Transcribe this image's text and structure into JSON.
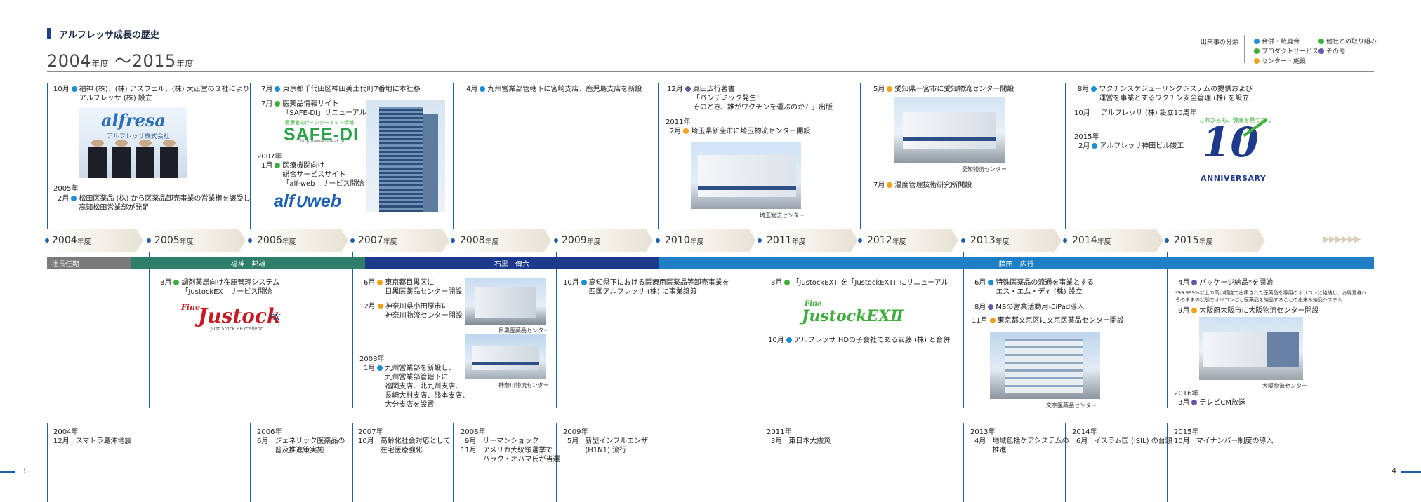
{
  "header": {
    "title": "アルフレッサ成長の歴史",
    "range_start": "2004",
    "range_end": "2015",
    "unit": "年度",
    "tilde": "～"
  },
  "legend": {
    "title": "出来事の分類",
    "items": [
      {
        "label": "合併・統廃合",
        "color": "#1a8fd1"
      },
      {
        "label": "他社との取り組み",
        "color": "#3fae3a"
      },
      {
        "label": "プロダクトサービス",
        "color": "#3fae3a"
      },
      {
        "label": "その他",
        "color": "#6b57a5"
      },
      {
        "label": "センター・施設",
        "color": "#f2a11a"
      }
    ]
  },
  "timeline": {
    "unit": "年度",
    "years": [
      "2004",
      "2005",
      "2006",
      "2007",
      "2008",
      "2009",
      "2010",
      "2011",
      "2012",
      "2013",
      "2014",
      "2015"
    ],
    "arrows": "▶▶▶▶▶▶"
  },
  "presidents": {
    "label": "社長任期",
    "names": [
      "福神　邦雄",
      "石黒　傳六",
      "藤田　広行"
    ]
  },
  "upper": {
    "e2004_a": {
      "month": "10月",
      "text": "福神 (株)、(株) アズウェル、(株) 大正堂の３社により\nアルフレッサ (株) 設立"
    },
    "e2004_year": "2005年",
    "e2004_b": {
      "month": "2月",
      "text": "松田医薬品 (株) から医薬品卸売事業の営業権を譲受し\n高知松田営業部が発足"
    },
    "e2006_a": {
      "month": "7月",
      "text": "東京都千代田区神田美土代町7番地に本社移"
    },
    "e2006_b": {
      "month": "7月",
      "text": "医薬品情報サイト\n「SAFE-DI」リニューアル"
    },
    "safedi_tag": "医療者向けインターネット情報",
    "safedi": "SAFE-DI",
    "safedi_url": "http://www.safe-di.jp",
    "e2006_year": "2007年",
    "e2006_c": {
      "month": "1月",
      "text": "医療機関向け\n総合サービスサイト\n「alf-web」サービス開始"
    },
    "alfweb": "alf∪web",
    "e2008_a": {
      "month": "4月",
      "text": "九州営業部管轄下に宮崎支店、鹿児島支店を新設"
    },
    "e2010_a": {
      "month": "12月",
      "text": "奥田広行著書\n「パンデミック発生！\nそのとき、誰がワクチンを運ぶのか？」出版"
    },
    "e2010_year": "2011年",
    "e2010_b": {
      "month": "2月",
      "text": "埼玉県新座市に埼玉物流センター開設"
    },
    "e2010_cap": "埼玉物流センター",
    "e2012_a": {
      "month": "5月",
      "text": "愛知県一宮市に愛知物流センター開設"
    },
    "e2012_cap": "愛知物流センター",
    "e2012_b": {
      "month": "7月",
      "text": "温度管理技術研究所開設"
    },
    "e2014_a": {
      "month": "8月",
      "text": "ワクチンスケジューリングシステムの提供および\n運営を事業とするワクチン安全管理 (株) を設立"
    },
    "e2014_b": {
      "month": "10月",
      "text": "アルフレッサ (株) 設立10周年"
    },
    "e2014_year": "2015年",
    "e2014_c": {
      "month": "2月",
      "text": "アルフレッサ神田ビル竣工"
    },
    "anniv_tag": "これからも、健康を見つめて",
    "anniv_num": "10",
    "anniv_word": "ANNIVERSARY",
    "alfresa_logo": "alfresa",
    "alfresa_sub": "アルフレッサ株式会社"
  },
  "lower": {
    "e2005_a": {
      "month": "8月",
      "text": "調剤薬局向け在庫管理システム\n「JustockEX」サービス開始"
    },
    "justock_fine": "Fine",
    "justock": "Justock",
    "justock_ex": "EX",
    "justock_sub": "Just Stock・Excellent",
    "e2007_a": {
      "month": "6月",
      "text": "東京都目黒区に\n目黒医薬品センター開設"
    },
    "e2007_b": {
      "month": "12月",
      "text": "神奈川県小田原市に\n神奈川物流センター開設"
    },
    "e2007_cap1": "目黒医薬品センター",
    "e2007_cap2": "神奈川物流センター",
    "e2007_year": "2008年",
    "e2007_c": {
      "month": "1月",
      "text": "九州営業部を新設し、\n九州営業部管轄下に\n福岡支店、北九州支店、\n長崎大村支店、熊本支店、\n大分支店を設置"
    },
    "e2009_a": {
      "month": "10月",
      "text": "高知県下における医療用医薬品等卸売事業を\n四国アルフレッサ (株) に事業譲渡"
    },
    "e2011_a": {
      "month": "8月",
      "text": "「JustockEX」を「JustockEXⅡ」にリニューアル"
    },
    "justock2_fine": "Fine",
    "justock2": "JustockEXⅡ",
    "e2011_b": {
      "month": "10月",
      "text": "アルフレッサ HDの子会社である安藤 (株) と合併"
    },
    "e2013_a": {
      "month": "6月",
      "text": "特殊医薬品の流通を事業とする\nエス・エム・ディ (株) 設立"
    },
    "e2013_b": {
      "month": "8月",
      "text": "MSの営業活動用にiPad導入"
    },
    "e2013_c": {
      "month": "11月",
      "text": "東京都文京区に文京医薬品センター開設"
    },
    "e2013_cap": "文京医薬品センター",
    "e2015_a": {
      "month": "4月",
      "text": "パッケージ納品*を開始"
    },
    "e2015_note": "*99.999%以上の高い精度で出庫された医薬品を専用のオリコンに格納し、お得意様へ\nそのままの状態でオリコンごと医薬品を納品することの出来る納品システム",
    "e2015_b": {
      "month": "9月",
      "text": "大阪府大阪市に大阪物流センター開設"
    },
    "e2015_cap": "大阪物流センター",
    "e2015_year": "2016年",
    "e2015_c": {
      "month": "3月",
      "text": "テレビCM放送"
    }
  },
  "world": [
    {
      "year": "2004年",
      "month": "12月",
      "text": "スマトラ島沖地震"
    },
    {
      "year": "2006年",
      "month": "6月",
      "text": "ジェネリック医薬品の\n普及推進策実施"
    },
    {
      "year": "2007年",
      "month": "10月",
      "text": "高齢化社会対応として\n在宅医療強化"
    },
    {
      "year": "2008年",
      "month": "9月",
      "text": "リーマンショック",
      "month2": "11月",
      "text2": "アメリカ大統領選挙で\nバラク・オバマ氏が当選"
    },
    {
      "year": "2009年",
      "month": "5月",
      "text": "新型インフルエンザ\n(H1N1) 流行"
    },
    {
      "year": "2011年",
      "month": "3月",
      "text": "東日本大震災"
    },
    {
      "year": "2013年",
      "month": "4月",
      "text": "地域包括ケアシステムの\n推進"
    },
    {
      "year": "2014年",
      "month": "6月",
      "text": "イスラム国 (ISIL) の台頭"
    },
    {
      "year": "2015年",
      "month": "10月",
      "text": "マイナンバー制度の導入"
    }
  ],
  "pages": {
    "left": "3",
    "right": "4"
  },
  "colors": {
    "blue": "#1a8fd1",
    "green": "#3fae3a",
    "orange": "#f2a11a",
    "purple": "#6b57a5",
    "pres_gray": "#7a7a7a",
    "pres_green": "#2f7d6b",
    "pres_navy": "#1c3a8c",
    "pres_blue": "#1f7fc4"
  }
}
